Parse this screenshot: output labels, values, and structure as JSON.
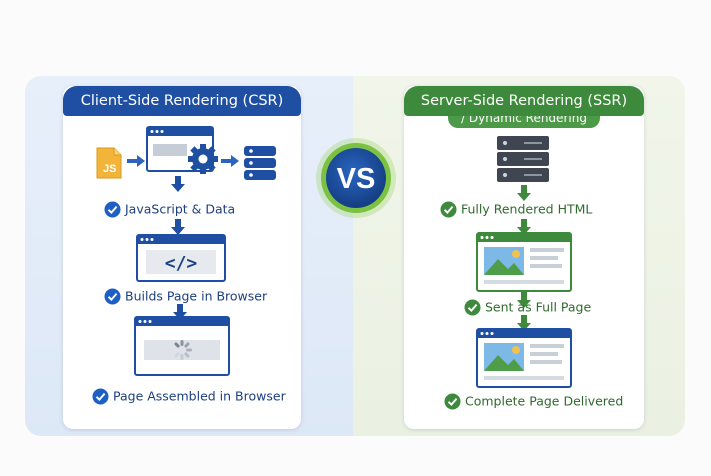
{
  "csr": {
    "title": "Client-Side Rendering (CSR)",
    "js_badge": "JS",
    "code_glyph": "</>",
    "steps": [
      "JavaScript & Data",
      "Builds Page in Browser",
      "Page Assembled in Browser"
    ]
  },
  "vs_label": "VS",
  "ssr": {
    "title": "Server-Side Rendering (SSR)",
    "subtitle": "/ Dynamic Rendering",
    "steps": [
      "Fully Rendered HTML",
      "Sent as Full Page",
      "Complete Page Delivered"
    ]
  },
  "colors": {
    "csr_accent": "#1e4fa3",
    "ssr_accent": "#3e8a3c",
    "vs_ring": "#7cc242",
    "vs_core": "#1d4f9c"
  }
}
